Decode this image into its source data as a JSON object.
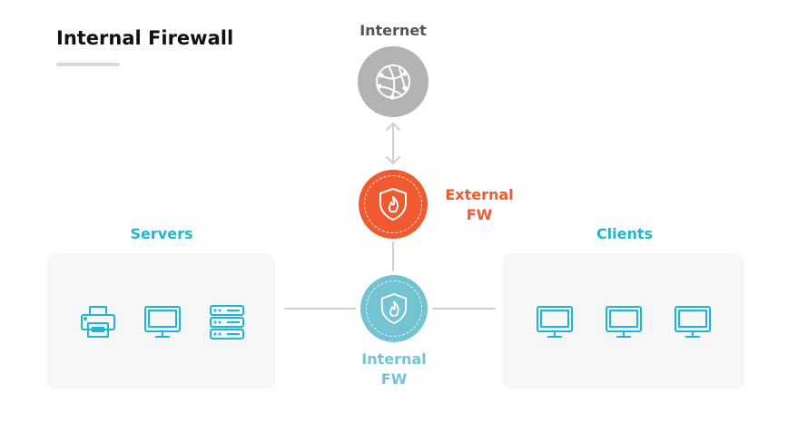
{
  "title": "Internal Firewall",
  "colors": {
    "accent": "#1fb5d6",
    "external_fw": "#f05a30",
    "internal_fw": "#74c3d3",
    "internet": "#b3b3b3",
    "line": "#cfcfcf"
  },
  "nodes": {
    "internet": {
      "label": "Internet",
      "icon": "globe-network-icon"
    },
    "external_fw": {
      "label_line1": "External",
      "label_line2": "FW",
      "icon": "shield-flame-icon"
    },
    "internal_fw": {
      "label_line1": "Internal",
      "label_line2": "FW",
      "icon": "shield-flame-icon"
    }
  },
  "groups": {
    "servers": {
      "label": "Servers",
      "items": [
        {
          "icon": "printer-icon"
        },
        {
          "icon": "monitor-icon"
        },
        {
          "icon": "server-rack-icon"
        }
      ]
    },
    "clients": {
      "label": "Clients",
      "items": [
        {
          "icon": "monitor-icon"
        },
        {
          "icon": "monitor-icon"
        },
        {
          "icon": "monitor-icon"
        }
      ]
    }
  }
}
